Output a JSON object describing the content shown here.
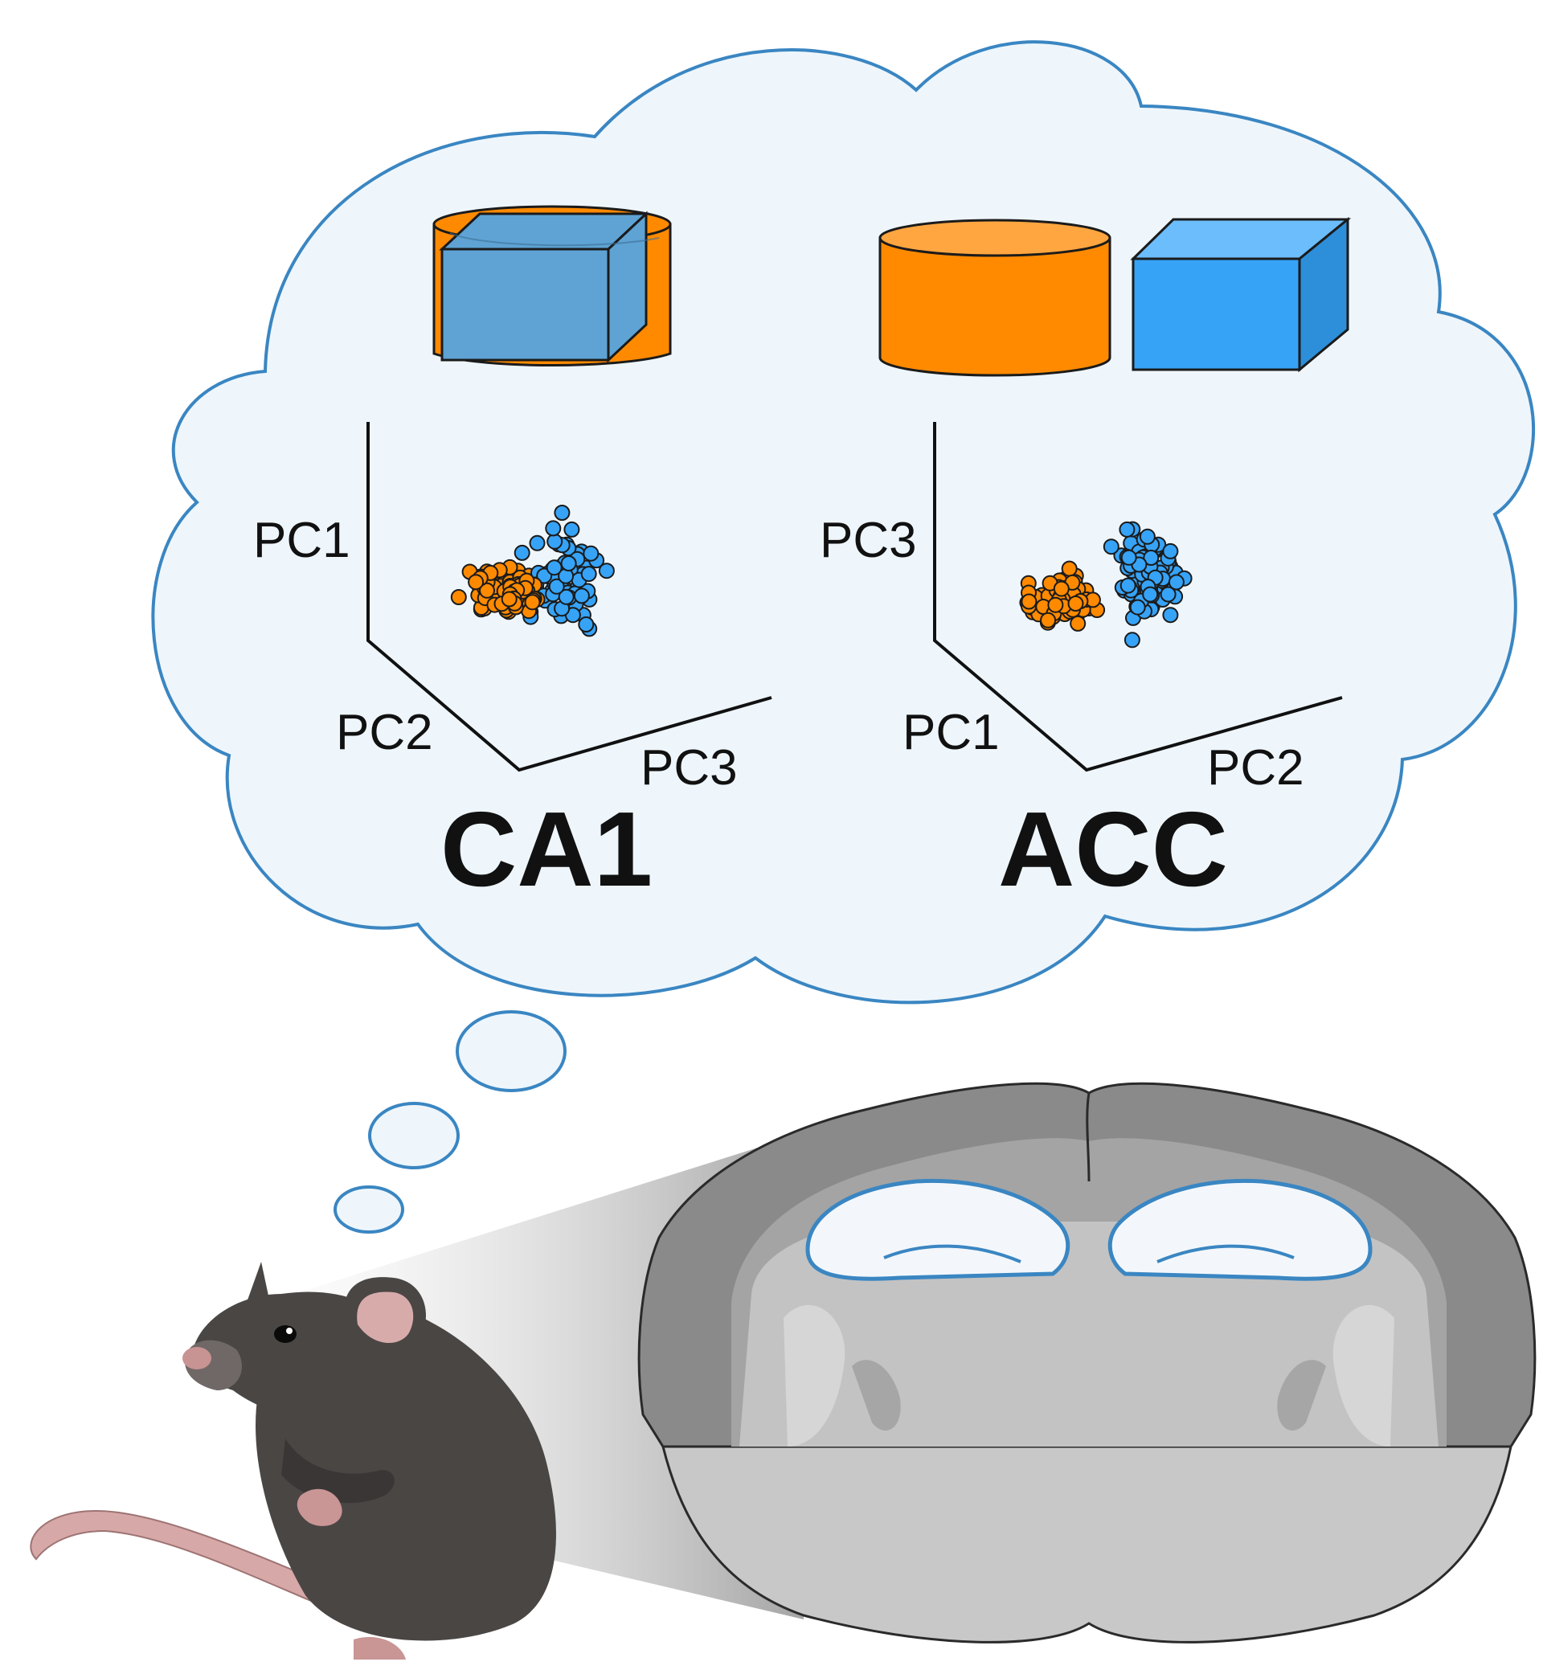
{
  "colors": {
    "orange": "#ff8a00",
    "blue": "#36a3f7",
    "blue_muted": "#5ea3d4",
    "cloud_fill": "#eef6fc",
    "cloud_stroke": "#3a86c2"
  },
  "panels": [
    {
      "region": "CA1",
      "axes": [
        "PC1",
        "PC2",
        "PC3"
      ],
      "objects": "cylinder and cube overlapping"
    },
    {
      "region": "ACC",
      "axes": [
        "PC3",
        "PC1",
        "PC2"
      ],
      "objects": "cylinder and cube separated"
    }
  ]
}
